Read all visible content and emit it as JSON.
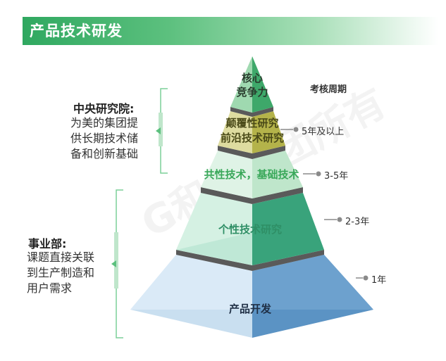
{
  "banner": {
    "title": "产品技术研发"
  },
  "watermark": {
    "text": "G和美集团所有"
  },
  "header": {
    "review_cycle": "考核周期"
  },
  "levels": [
    {
      "label_lines": [
        "核心",
        "竞争力"
      ],
      "period": ""
    },
    {
      "label_lines": [
        "颠覆性研究",
        "前沿技术研究"
      ],
      "period": "5年及以上"
    },
    {
      "label_lines": [
        "共性技术，基础技术"
      ],
      "period": "3-5年"
    },
    {
      "label_lines": [
        "个性技术研究"
      ],
      "period": "2-3年"
    },
    {
      "label_lines": [
        "产品开发"
      ],
      "period": "1年"
    }
  ],
  "groups": [
    {
      "title": "中央研究院:",
      "desc_lines": [
        "为美的集团提",
        "供长期技术储",
        "备和创新基础"
      ]
    },
    {
      "title": "事业部:",
      "desc_lines": [
        "课题直接关联",
        "到生产制造和",
        "用户需求"
      ]
    }
  ],
  "colors": {
    "banner": "#2fa860",
    "level_1": "#3ea86a",
    "level_2": "#b9b84a",
    "level_3": "#5cc07e",
    "level_4": "#3aa97a",
    "level_5": "#5b93c4",
    "bracket": "#5cc07e"
  }
}
